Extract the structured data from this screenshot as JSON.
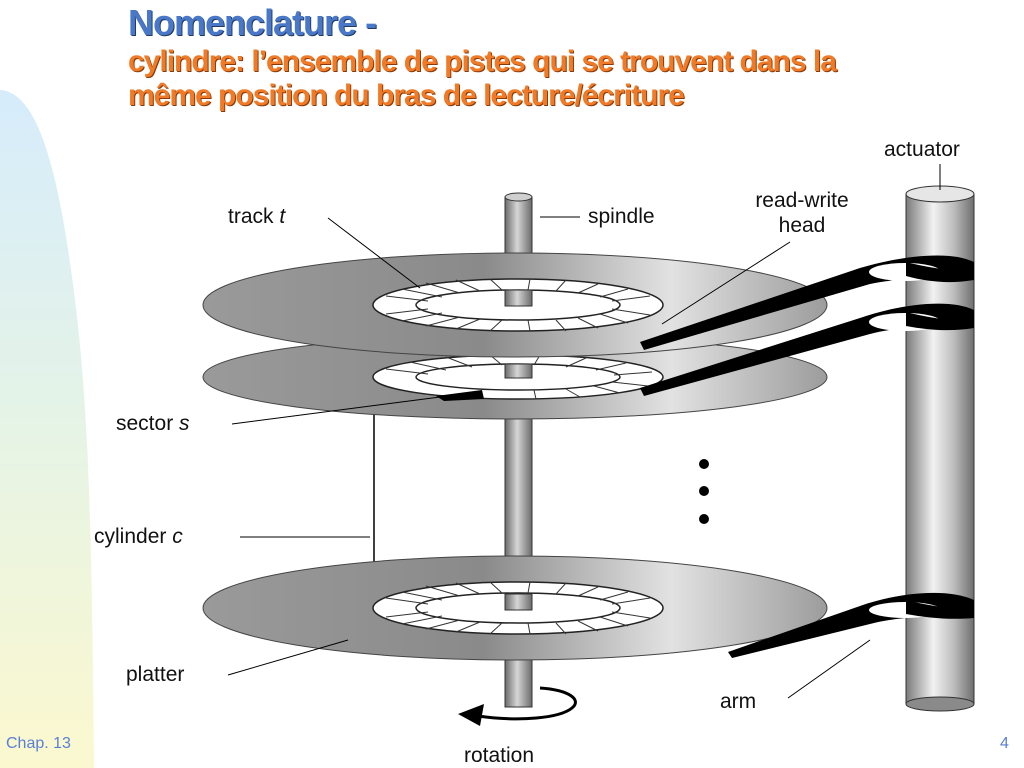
{
  "slide": {
    "title": "Nomenclature -",
    "subtitle_line1": "cylindre: l’ensemble de pistes qui se trouvent dans la",
    "subtitle_line2": "même position du bras de lecture/écriture",
    "footer_left": "Chap. 13",
    "page_number": "4"
  },
  "diagram": {
    "labels": {
      "track": "track",
      "track_var": "t",
      "spindle": "spindle",
      "actuator": "actuator",
      "read_write_head_line1": "read-write",
      "read_write_head_line2": "head",
      "sector": "sector",
      "sector_var": "s",
      "cylinder": "cylinder",
      "cylinder_var": "c",
      "platter": "platter",
      "arm": "arm",
      "rotation": "rotation"
    }
  }
}
